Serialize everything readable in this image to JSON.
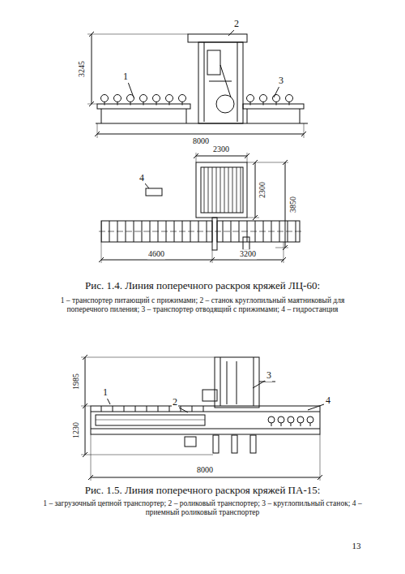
{
  "diagram": {
    "labels": [
      "1",
      "2",
      "3",
      "3245",
      "8000",
      "2300",
      "2300",
      "3850",
      "4",
      "4600",
      "3200",
      "Рис. 1.4. Линия поперечного раскроя кряжей ЛЦ-60:",
      "1 – транспортер питающий с прижимами; 2 – станок круглопильный маятниковый для поперечного пиления; 3 – транспортер отводящий с прижимами; 4 – гидростанция",
      "1",
      "2",
      "3",
      "4",
      "1985",
      "1230",
      "8000",
      "Рис. 1.5. Линия поперечного раскроя кряжей ПА-15:",
      "1 – загрузочный цепной транспортер; 2 – роликовый транспортер; 3 – круглопильный станок; 4 – приемный роликовый транспортер",
      "13"
    ]
  }
}
